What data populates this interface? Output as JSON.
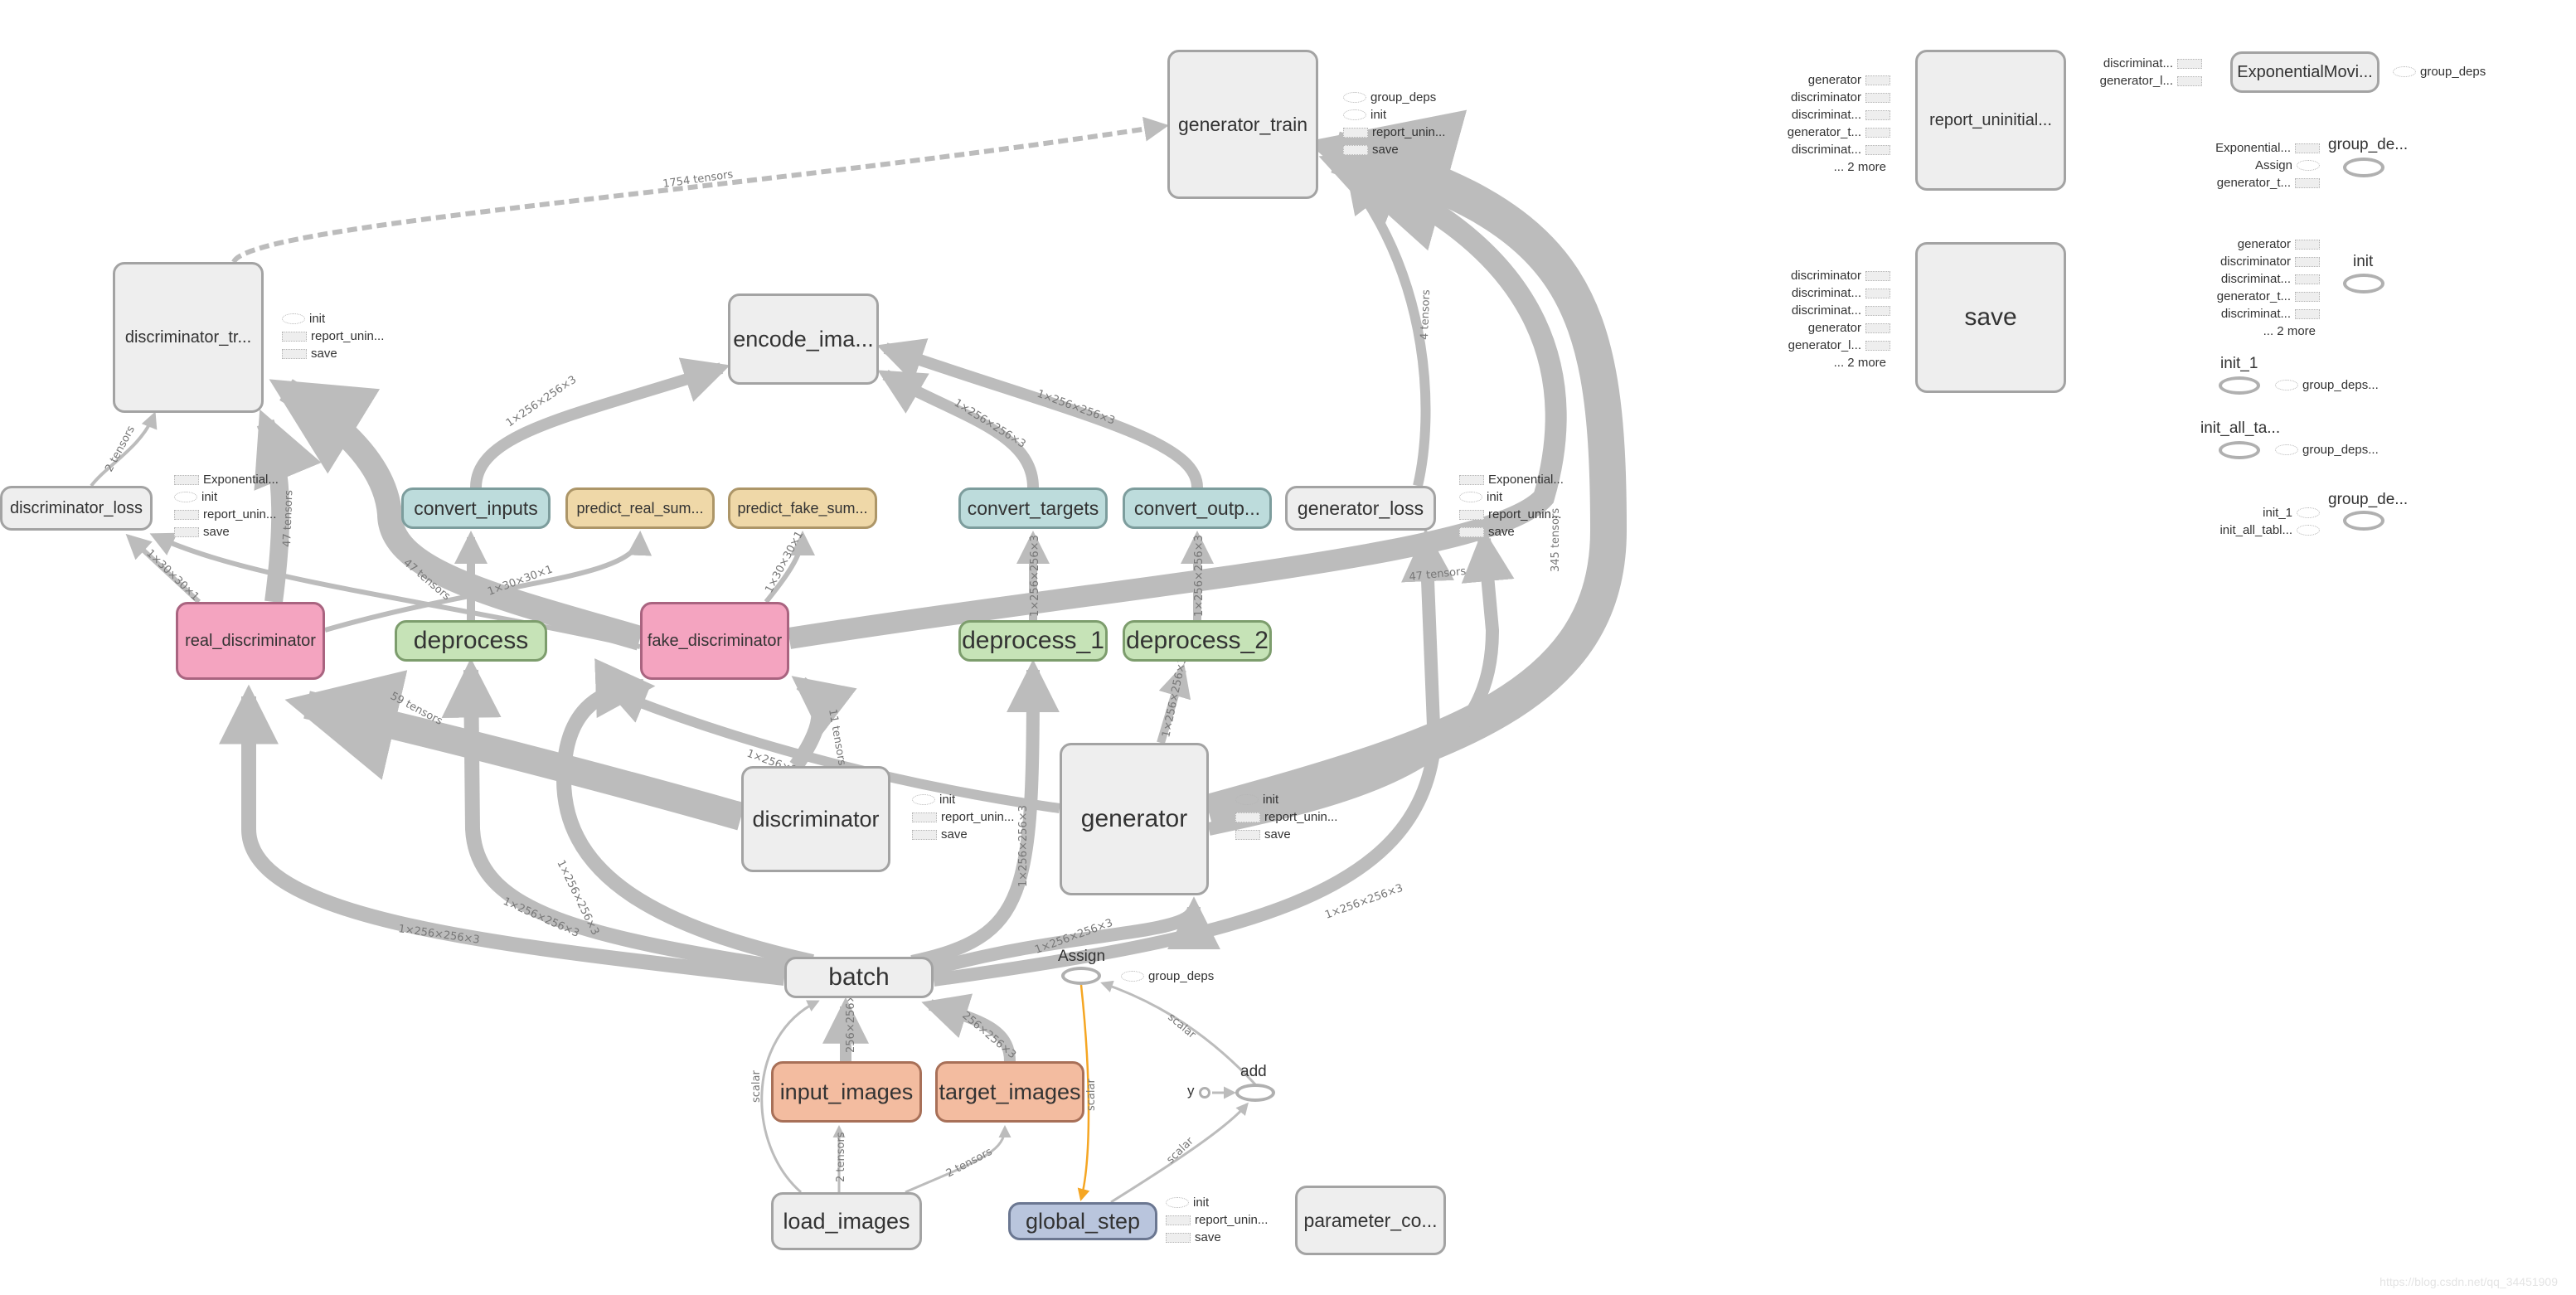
{
  "nodes": {
    "generator_train": "generator_train",
    "discriminator_train": "discriminator_tr...",
    "encode_images": "encode_ima...",
    "discriminator_loss": "discriminator_loss",
    "convert_inputs": "convert_inputs",
    "predict_real": "predict_real_sum...",
    "predict_fake": "predict_fake_sum...",
    "convert_targets": "convert_targets",
    "convert_outputs": "convert_outp...",
    "generator_loss": "generator_loss",
    "real_discriminator": "real_discriminator",
    "deprocess": "deprocess",
    "fake_discriminator": "fake_discriminator",
    "deprocess_1": "deprocess_1",
    "deprocess_2": "deprocess_2",
    "discriminator": "discriminator",
    "generator": "generator",
    "batch": "batch",
    "input_images": "input_images",
    "target_images": "target_images",
    "load_images": "load_images",
    "global_step": "global_step",
    "parameter_count": "parameter_co...",
    "assign": "Assign",
    "add": "add",
    "y": "y",
    "report_uninitialized": "report_uninitial...",
    "save": "save",
    "exponential_moving": "ExponentialMovi...",
    "group_deps_a": "group_de...",
    "init": "init",
    "init_1": "init_1",
    "init_all_tables": "init_all_ta...",
    "group_deps_b": "group_de..."
  },
  "annotations": {
    "generator_train": [
      {
        "icon": "ellipse",
        "label": "group_deps"
      },
      {
        "icon": "ellipse",
        "label": "init"
      },
      {
        "icon": "box",
        "label": "report_unin..."
      },
      {
        "icon": "box",
        "label": "save"
      }
    ],
    "discriminator_train": [
      {
        "icon": "ellipse",
        "label": "init"
      },
      {
        "icon": "box",
        "label": "report_unin..."
      },
      {
        "icon": "box",
        "label": "save"
      }
    ],
    "discriminator_loss": [
      {
        "icon": "box",
        "label": "Exponential..."
      },
      {
        "icon": "ellipse",
        "label": "init"
      },
      {
        "icon": "box",
        "label": "report_unin..."
      },
      {
        "icon": "box",
        "label": "save"
      }
    ],
    "generator_loss": [
      {
        "icon": "box",
        "label": "Exponential..."
      },
      {
        "icon": "ellipse",
        "label": "init"
      },
      {
        "icon": "box",
        "label": "report_unin..."
      },
      {
        "icon": "box",
        "label": "save"
      }
    ],
    "discriminator": [
      {
        "icon": "ellipse",
        "label": "init"
      },
      {
        "icon": "box",
        "label": "report_unin..."
      },
      {
        "icon": "box",
        "label": "save"
      }
    ],
    "generator": [
      {
        "icon": "ellipse",
        "label": "init"
      },
      {
        "icon": "box",
        "label": "report_unin..."
      },
      {
        "icon": "box",
        "label": "save"
      }
    ],
    "global_step": [
      {
        "icon": "ellipse",
        "label": "init"
      },
      {
        "icon": "box",
        "label": "report_unin..."
      },
      {
        "icon": "box",
        "label": "save"
      }
    ],
    "assign": [
      {
        "icon": "ellipse",
        "label": "group_deps"
      }
    ],
    "report_uninitialized_in": [
      {
        "icon": "box",
        "label": "generator"
      },
      {
        "icon": "box",
        "label": "discriminator"
      },
      {
        "icon": "box",
        "label": "discriminat..."
      },
      {
        "icon": "box",
        "label": "generator_t..."
      },
      {
        "icon": "box",
        "label": "discriminat..."
      },
      {
        "icon": "none",
        "label": "... 2 more"
      }
    ],
    "save_in": [
      {
        "icon": "box",
        "label": "discriminator"
      },
      {
        "icon": "box",
        "label": "discriminat..."
      },
      {
        "icon": "box",
        "label": "discriminat..."
      },
      {
        "icon": "box",
        "label": "generator"
      },
      {
        "icon": "box",
        "label": "generator_l..."
      },
      {
        "icon": "none",
        "label": "... 2 more"
      }
    ],
    "exponential_in": [
      {
        "icon": "box",
        "label": "discriminat..."
      },
      {
        "icon": "box",
        "label": "generator_l..."
      }
    ],
    "exponential_out": [
      {
        "icon": "ellipse",
        "label": "group_deps"
      }
    ],
    "group_deps_a_in": [
      {
        "icon": "box",
        "label": "Exponential..."
      },
      {
        "icon": "ellipse",
        "label": "Assign"
      },
      {
        "icon": "box",
        "label": "generator_t..."
      }
    ],
    "init_in": [
      {
        "icon": "box",
        "label": "generator"
      },
      {
        "icon": "box",
        "label": "discriminator"
      },
      {
        "icon": "box",
        "label": "discriminat..."
      },
      {
        "icon": "box",
        "label": "generator_t..."
      },
      {
        "icon": "box",
        "label": "discriminat..."
      },
      {
        "icon": "none",
        "label": "... 2 more"
      }
    ],
    "init_1_out": [
      {
        "icon": "ellipse",
        "label": "group_deps..."
      }
    ],
    "init_all_tables_out": [
      {
        "icon": "ellipse",
        "label": "group_deps..."
      }
    ],
    "group_deps_b_in": [
      {
        "icon": "ellipse",
        "label": "init_1"
      },
      {
        "icon": "ellipse",
        "label": "init_all_tabl..."
      }
    ]
  },
  "edge_labels": {
    "disc_train_to_gen_train": "1754 tensors",
    "disc_loss_to_disc_train": "2 tensors",
    "real_disc_to_disc_train": "47 tensors",
    "fake_disc_to_disc_train": "47 tensors",
    "gen_loss_to_gen_train": "4 tensors",
    "gen_to_gen_train": "345 tensors",
    "fake_to_gen_loss": "47 tensors",
    "convert_inputs_to_encode": "1×256×256×3",
    "convert_targets_to_encode": "1×256×256×3",
    "convert_outputs_to_encode": "1×256×256×3",
    "deprocess_to_convert_inputs": "1×256×256×3",
    "deprocess_1_to_convert_targets": "1×256×256×3",
    "deprocess_2_to_convert_outputs": "1×256×256×3",
    "real_to_predict_real": "1×30×30×1",
    "fake_to_predict_fake": "1×30×30×1",
    "real_to_disc_loss": "1×30×30×1",
    "disc_to_real": "59 tensors",
    "disc_to_fake": "11 tensors",
    "gen_to_fake": "1×256×256×3",
    "batch_to_real": "1×256×256×3",
    "batch_to_deprocess": "1×256×256×3",
    "batch_to_fake": "1×256×256×3",
    "batch_to_deprocess_1": "1×256×256×3",
    "batch_to_generator": "1×256×256×3",
    "batch_to_gen_loss": "1×256×256×3",
    "gen_to_deprocess_2": "1×256×256×3",
    "input_to_batch": "256×256×3",
    "target_to_batch": "256×256×3",
    "load_to_batch": "scalar",
    "load_to_input": "2 tensors",
    "load_to_target": "2 tensors",
    "assign_to_global_step": "scalar",
    "global_step_to_add": "scalar",
    "add_to_assign": "scalar"
  },
  "watermark": "https://blog.csdn.net/qq_34451909",
  "colors": {
    "edge": "#bcbcbc",
    "ref_edge": "#f5a623"
  }
}
